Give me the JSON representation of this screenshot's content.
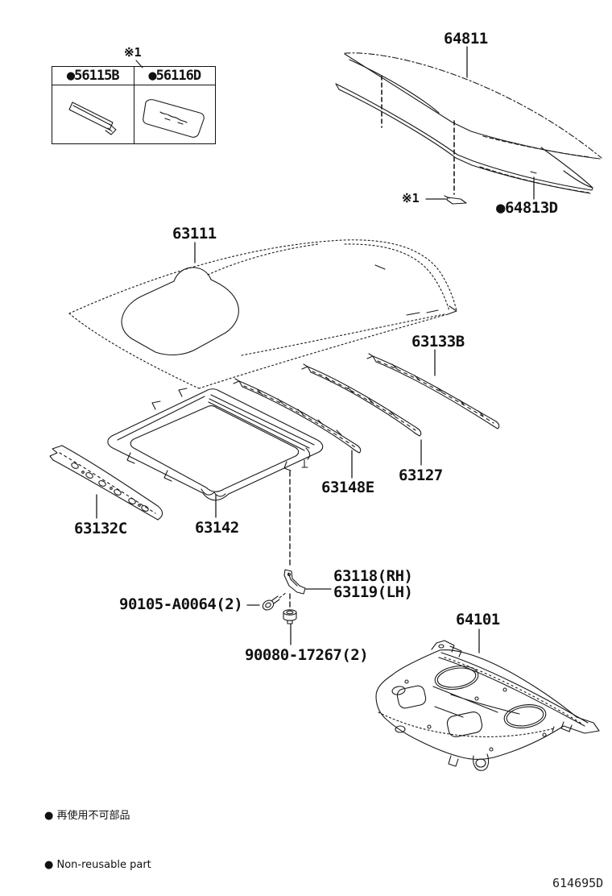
{
  "art": {
    "stroke": "#1a1a1a",
    "background": "#ffffff"
  },
  "table": {
    "ref_mark": "※1",
    "cells": [
      {
        "label": "●56115B"
      },
      {
        "label": "●56116D"
      }
    ]
  },
  "callouts": {
    "glass": "64811",
    "glass_moulding": "●64813D",
    "glass_ref_mark": "※1",
    "roof_panel": "63111",
    "bow_rear": "63133B",
    "bow_center": "63127",
    "bow_front": "63148E",
    "header_panel": "63132C",
    "sunroof_frame": "63142",
    "bracket_rh": "63118(RH)",
    "bracket_lh": "63119(LH)",
    "bolt": "90105-A0064(2)",
    "nut": "90080-17267(2)",
    "package_tray": "64101"
  },
  "legend": {
    "line1": "● 再使用不可部品",
    "line2": "● Non-reusable part"
  },
  "footer": {
    "code": "614695D"
  }
}
